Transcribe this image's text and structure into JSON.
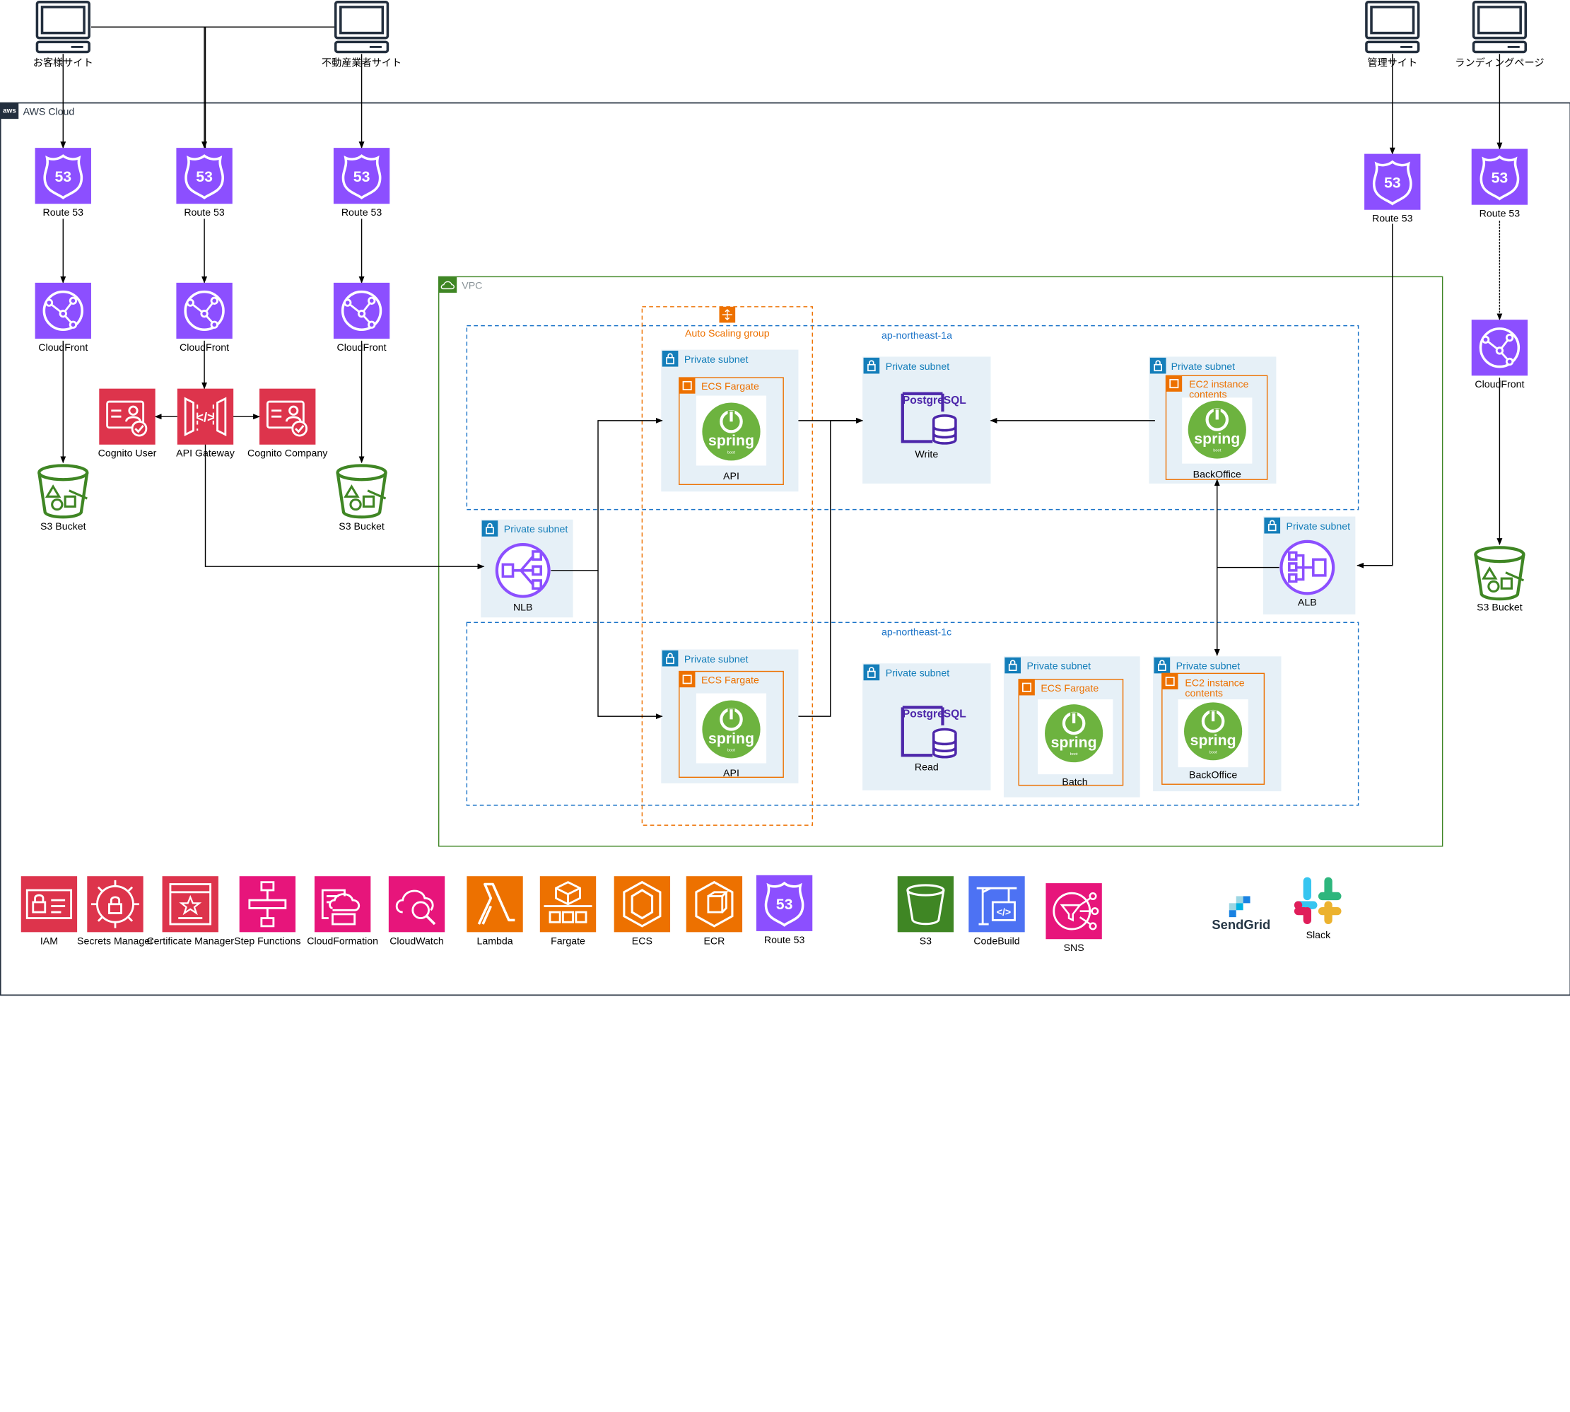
{
  "clients": {
    "customer": "お客様サイト",
    "realtor": "不動産業者サイト",
    "admin": "管理サイト",
    "landing": "ランディングページ"
  },
  "cloud": {
    "label": "AWS Cloud",
    "logo": "aws"
  },
  "vpc": {
    "label": "VPC"
  },
  "asg": {
    "label": "Auto Scaling group"
  },
  "az": {
    "a": "ap-northeast-1a",
    "c": "ap-northeast-1c"
  },
  "subnet_label": "Private subnet",
  "services": {
    "route53": "Route 53",
    "cloudfront": "CloudFront",
    "s3bucket": "S3 Bucket",
    "cognito_user": "Cognito User",
    "api_gateway": "API Gateway",
    "cognito_company": "Cognito Company",
    "nlb": "NLB",
    "alb": "ALB",
    "ecs_fargate": "ECS Fargate",
    "ec2_instance": "EC2 instance contents",
    "ec2_line1": "EC2 instance",
    "ec2_line2": "contents",
    "api": "API",
    "write": "Write",
    "read": "Read",
    "backoffice": "BackOffice",
    "batch": "Batch",
    "postgresql": "PostgreSQL",
    "spring": "spring"
  },
  "legend": {
    "iam": "IAM",
    "secrets_manager": "Secrets Manager",
    "certificate_manager": "Certificate Manager",
    "step_functions": "Step Functions",
    "cloudformation": "CloudFormation",
    "cloudwatch": "CloudWatch",
    "lambda": "Lambda",
    "fargate": "Fargate",
    "ecs": "ECS",
    "ecr": "ECR",
    "route53": "Route 53",
    "s3": "S3",
    "codebuild": "CodeBuild",
    "sns": "SNS",
    "sendgrid": "SendGrid",
    "slack": "Slack"
  },
  "colors": {
    "route53": "#8C4FFF",
    "cloudfront": "#8C4FFF",
    "security": "#DD344C",
    "compute": "#ED7100",
    "management": "#E7157B",
    "storage": "#3F8624",
    "devtools": "#4D72F3",
    "vpc_border": "#3F8624",
    "subnet_fill": "#E6F0F7",
    "az_border": "#1A73C8",
    "spring": "#6DB33F",
    "text": "#000000"
  }
}
